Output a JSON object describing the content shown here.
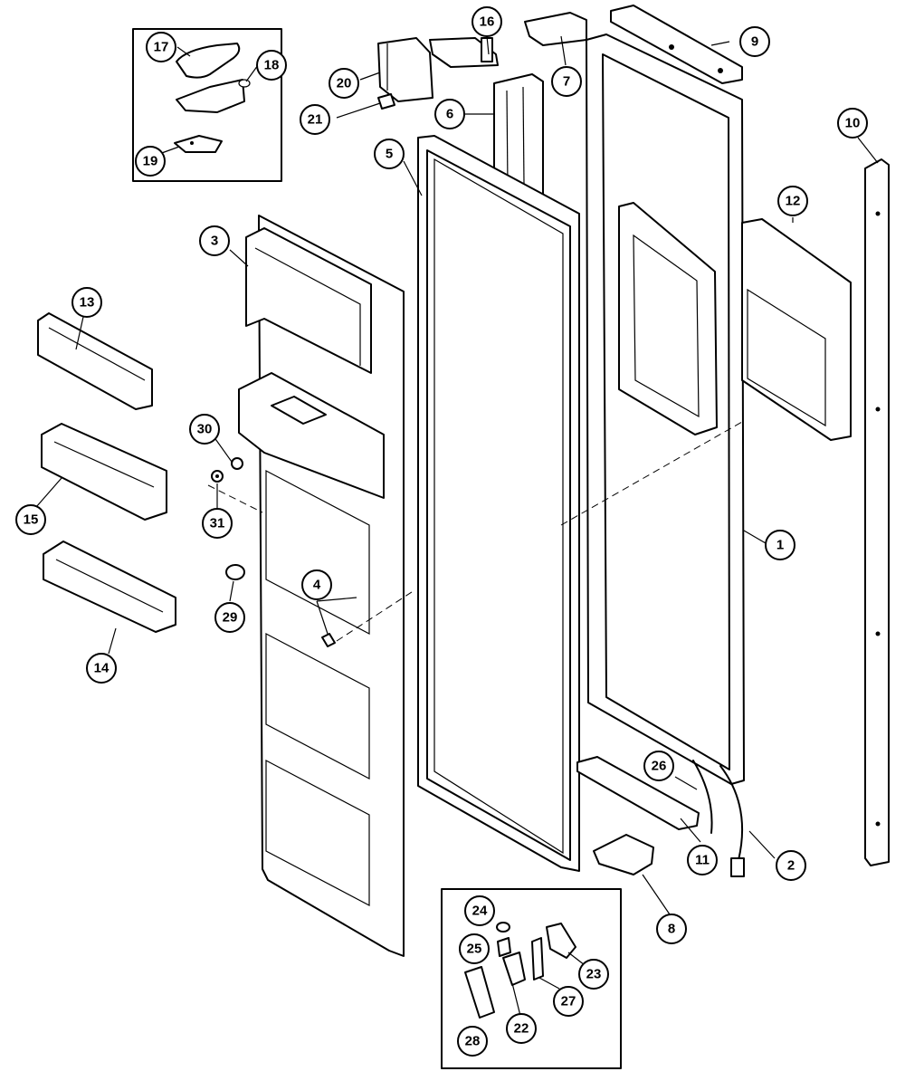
{
  "callouts": [
    {
      "key": "c1",
      "label": "1"
    },
    {
      "key": "c2",
      "label": "2"
    },
    {
      "key": "c3",
      "label": "3"
    },
    {
      "key": "c4",
      "label": "4"
    },
    {
      "key": "c5",
      "label": "5"
    },
    {
      "key": "c6",
      "label": "6"
    },
    {
      "key": "c7",
      "label": "7"
    },
    {
      "key": "c8",
      "label": "8"
    },
    {
      "key": "c9",
      "label": "9"
    },
    {
      "key": "c10",
      "label": "10"
    },
    {
      "key": "c11",
      "label": "11"
    },
    {
      "key": "c12",
      "label": "12"
    },
    {
      "key": "c13",
      "label": "13"
    },
    {
      "key": "c14",
      "label": "14"
    },
    {
      "key": "c15",
      "label": "15"
    },
    {
      "key": "c16",
      "label": "16"
    },
    {
      "key": "c17",
      "label": "17"
    },
    {
      "key": "c18",
      "label": "18"
    },
    {
      "key": "c19",
      "label": "19"
    },
    {
      "key": "c20",
      "label": "20"
    },
    {
      "key": "c21",
      "label": "21"
    },
    {
      "key": "c22",
      "label": "22"
    },
    {
      "key": "c23",
      "label": "23"
    },
    {
      "key": "c24",
      "label": "24"
    },
    {
      "key": "c25",
      "label": "25"
    },
    {
      "key": "c26",
      "label": "26"
    },
    {
      "key": "c27",
      "label": "27"
    },
    {
      "key": "c28",
      "label": "28"
    },
    {
      "key": "c29",
      "label": "29"
    },
    {
      "key": "c30",
      "label": "30"
    },
    {
      "key": "c31",
      "label": "31"
    }
  ],
  "colors": {
    "line": "#000000",
    "background": "#ffffff"
  }
}
